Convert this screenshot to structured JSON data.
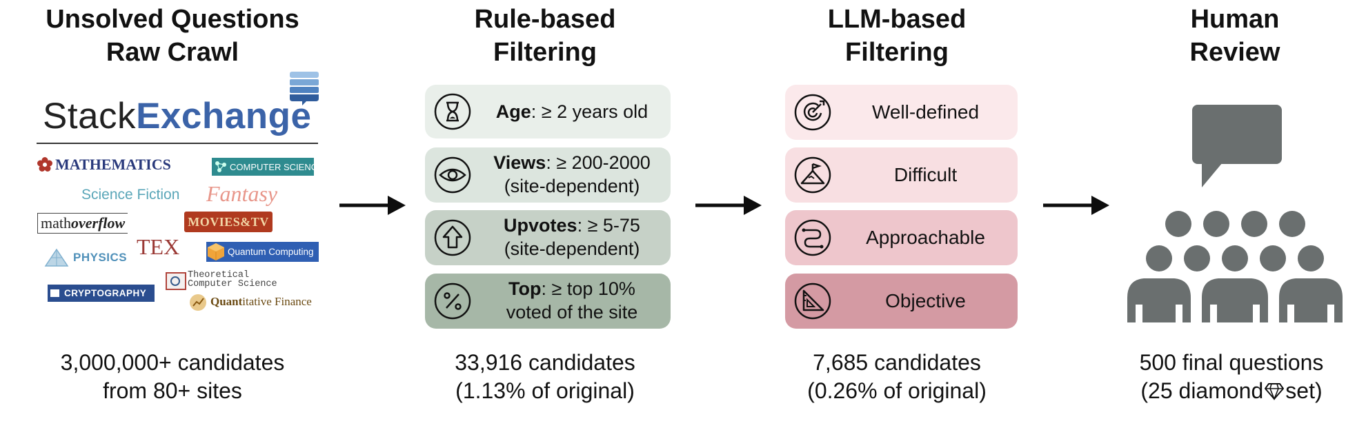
{
  "stages": [
    {
      "title_line1": "Unsolved Questions",
      "title_line2": "Raw Crawl",
      "footer_line1": "3,000,000+ candidates",
      "footer_line2": "from 80+ sites"
    },
    {
      "title_line1": "Rule-based",
      "title_line2": "Filtering",
      "footer_line1": "33,916 candidates",
      "footer_line2": "(1.13% of original)"
    },
    {
      "title_line1": "LLM-based",
      "title_line2": "Filtering",
      "footer_line1": "7,685 candidates",
      "footer_line2": "(0.26% of original)"
    },
    {
      "title_line1": "Human",
      "title_line2": "Review",
      "footer_line1": "500 final questions",
      "footer_line2_a": "(25 diamond",
      "footer_line2_b": "set)"
    }
  ],
  "stackexchange": {
    "part1": "Stack",
    "part2": "Exchange"
  },
  "sites": {
    "mathematics": "MATHEMATICS",
    "computer_science": "COMPUTER SCIENCE",
    "science_fiction": "Science Fiction",
    "fantasy": "Fantasy",
    "mathoverflow_a": "math",
    "mathoverflow_b": "overflow",
    "movies_tv": "MOVIES&TV",
    "tex": "TEX",
    "physics": "PHYSICS",
    "quantum_computing": "Quantum Computing",
    "theoretical_cs_line1": "Theoretical",
    "theoretical_cs_line2": "Computer Science",
    "cryptography": "CRYPTOGRAPHY",
    "quantitative_finance_a": "Quant",
    "quantitative_finance_b": "itative Finance"
  },
  "rule_filters": [
    {
      "icon": "hourglass-icon",
      "label": "Age",
      "text": ": ≥ 2 years old",
      "line2": "",
      "color": "#e9efea"
    },
    {
      "icon": "eye-icon",
      "label": "Views",
      "text": ": ≥ 200-2000",
      "line2": "(site-dependent)",
      "color": "#dce5de"
    },
    {
      "icon": "up-arrow-icon",
      "label": "Upvotes",
      "text": ": ≥ 5-75",
      "line2": "(site-dependent)",
      "color": "#c6d1c7"
    },
    {
      "icon": "percent-icon",
      "label": "Top",
      "text": ": ≥ top 10%",
      "line2": "voted of the site",
      "color": "#a6b7a7"
    }
  ],
  "llm_filters": [
    {
      "icon": "target-icon",
      "label": "Well-defined",
      "color": "#fbe9eb"
    },
    {
      "icon": "mountain-flag-icon",
      "label": "Difficult",
      "color": "#f8dfe2"
    },
    {
      "icon": "path-icon",
      "label": "Approachable",
      "color": "#eec6cc"
    },
    {
      "icon": "set-square-icon",
      "label": "Objective",
      "color": "#d49aa3"
    }
  ],
  "colors": {
    "arrow": "#0d0d0d",
    "human_icon": "#6a6f6f",
    "stack_dark": "#222222",
    "stack_blue": "#3b63a8"
  }
}
